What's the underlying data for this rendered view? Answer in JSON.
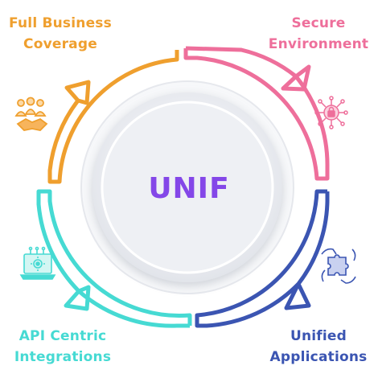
{
  "center": {
    "title": "UNIF",
    "color": "#8447e8"
  },
  "segments": [
    {
      "id": "full-business-coverage",
      "lines": [
        "Full Business",
        "Coverage"
      ],
      "color": "#ef9f2e",
      "icon": "team-handshake-icon"
    },
    {
      "id": "secure-environment",
      "lines": [
        "Secure",
        "Environment"
      ],
      "color": "#ee6f9b",
      "icon": "security-lock-circuit-icon"
    },
    {
      "id": "unified-applications",
      "lines": [
        "Unified",
        "Applications"
      ],
      "color": "#3b55b2",
      "icon": "puzzle-hands-icon"
    },
    {
      "id": "api-centric-integrations",
      "lines": [
        "API Centric",
        "Integrations"
      ],
      "color": "#46dad3",
      "icon": "laptop-gear-icon"
    }
  ]
}
